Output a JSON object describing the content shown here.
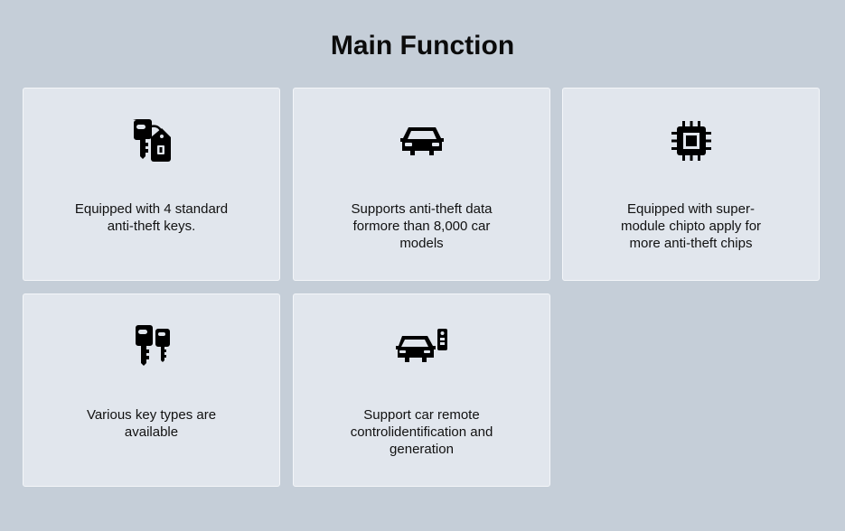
{
  "page": {
    "title": "Main Function"
  },
  "features": [
    {
      "icon": "keys-with-lock-icon",
      "text": "Equipped with 4 standard anti-theft keys."
    },
    {
      "icon": "car-icon",
      "text": "Supports anti-theft data formore than 8,000 car models"
    },
    {
      "icon": "chip-icon",
      "text": "Equipped with super-module chipto apply for more anti-theft chips"
    },
    {
      "icon": "car-keys-icon",
      "text": "Various key types are available"
    },
    {
      "icon": "car-remote-icon",
      "text": "Support car remote controlidentification and generation"
    }
  ]
}
